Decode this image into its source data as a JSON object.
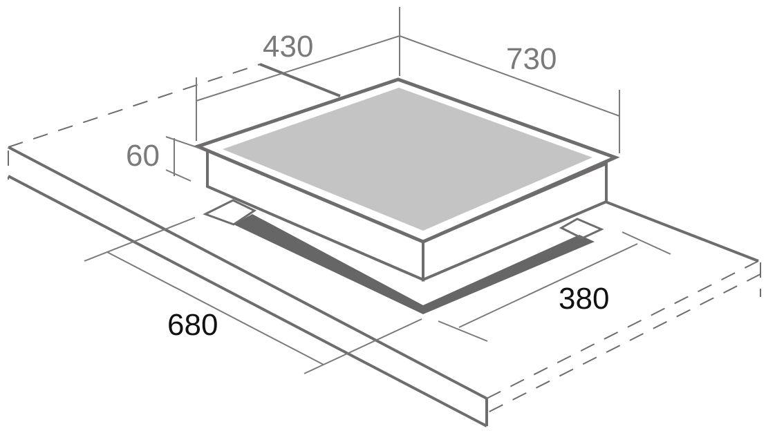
{
  "dimensions": {
    "product_width": "730",
    "product_depth": "430",
    "product_height": "60",
    "cutout_width": "680",
    "cutout_depth": "380"
  },
  "colors": {
    "outline": "#6e6c6c",
    "dim_line": "#7a7a7a",
    "glass": "#c4c4c4",
    "cutout_shadow": "#666666",
    "label_grey": "#7a7a7a",
    "label_black": "#111111"
  }
}
